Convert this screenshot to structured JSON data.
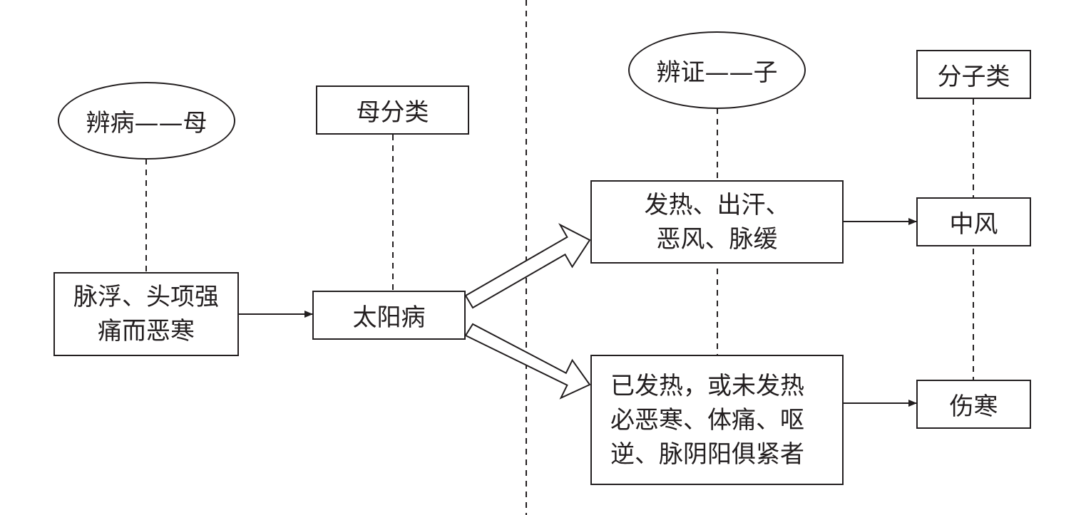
{
  "diagram": {
    "left": {
      "header": "辨病——母",
      "category": "母分类",
      "source_lines": [
        "脉浮、头项强",
        "痛而恶寒"
      ],
      "disease": "太阳病"
    },
    "right": {
      "header": "辨证——子",
      "category": "分子类",
      "syndrome_a_lines": [
        "发热、出汗、",
        "恶风、脉缓"
      ],
      "syndrome_b_lines": [
        "已发热，或未发热",
        "必恶寒、体痛、呕",
        "逆、脉阴阳俱紧者"
      ],
      "result_a": "中风",
      "result_b": "伤寒"
    },
    "colors": {
      "stroke": "#231f20",
      "background": "#ffffff"
    }
  }
}
